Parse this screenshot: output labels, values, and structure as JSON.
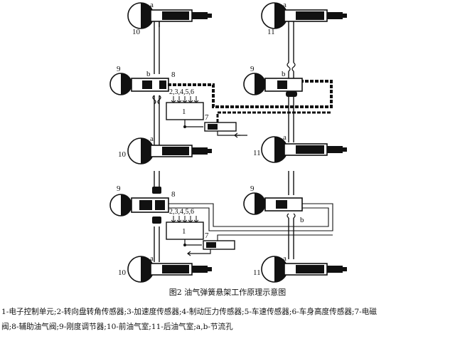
{
  "labels": {
    "a": "a",
    "b": "b",
    "n1": "1",
    "n7": "7",
    "n8": "8",
    "n9": "9",
    "n10": "10",
    "n11": "11",
    "sensors": "2,3,4,5,6"
  },
  "caption": "图2  油气弹簧悬架工作原理示意图",
  "legend": {
    "line1": "1-电子控制单元;2-转向盘转角传感器;3-加速度传感器;4-制动压力传感器;5-车速传感器;6-车身高度传感器;7-电磁",
    "line2": "阀;8-辅助油气阀;9-刚度调节器;10-前油气室;11-后油气室;a,b-节流孔"
  }
}
